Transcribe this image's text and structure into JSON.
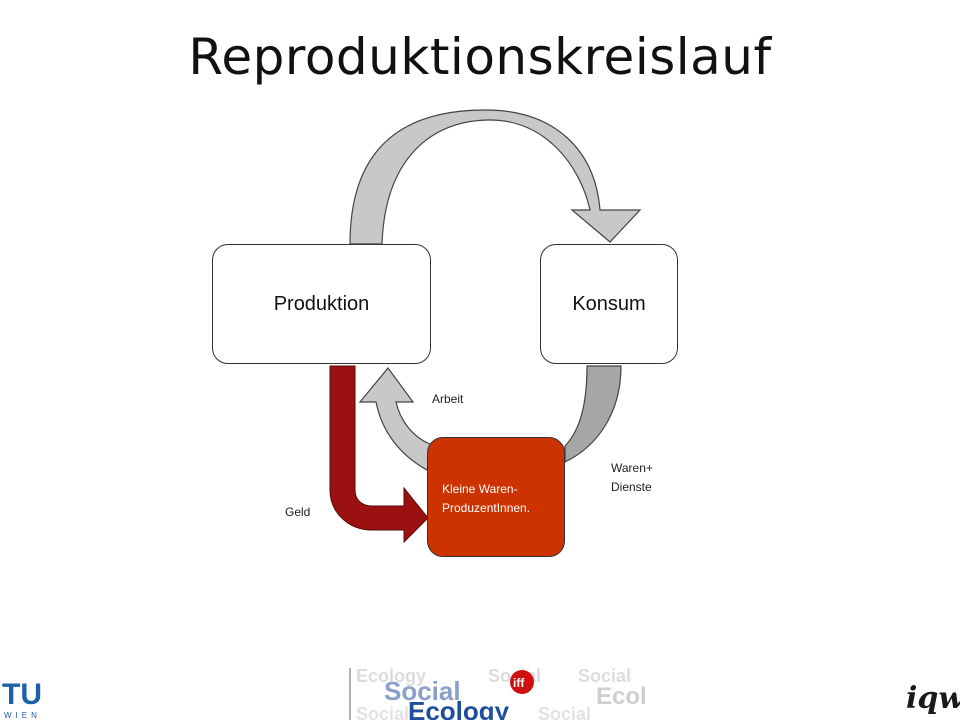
{
  "slide": {
    "title": "Reproduktionskreislauf"
  },
  "nodes": {
    "produktion": "Produktion",
    "konsum": "Konsum",
    "kleine_line1": "Kleine Waren-",
    "kleine_line2": "ProduzentInnen."
  },
  "flows": {
    "arbeit": "Arbeit",
    "waren_line1": "Waren+",
    "waren_line2": "Dienste",
    "geld": "Geld"
  },
  "logos": {
    "tu_main": "TU",
    "tu_sub": "WIEN",
    "iff_social": "Social",
    "iff_ecology": "Ecology",
    "iff_badge": "iff",
    "iqw": "iqw"
  },
  "colors": {
    "arrow_gray": "#c8c8c8",
    "arrow_gray_dark": "#a6a6a6",
    "geld_red": "#9b1010",
    "kleine_box": "#cc3300",
    "tu_blue": "#1d62a8",
    "ecology_blue": "#1f4e9b"
  }
}
